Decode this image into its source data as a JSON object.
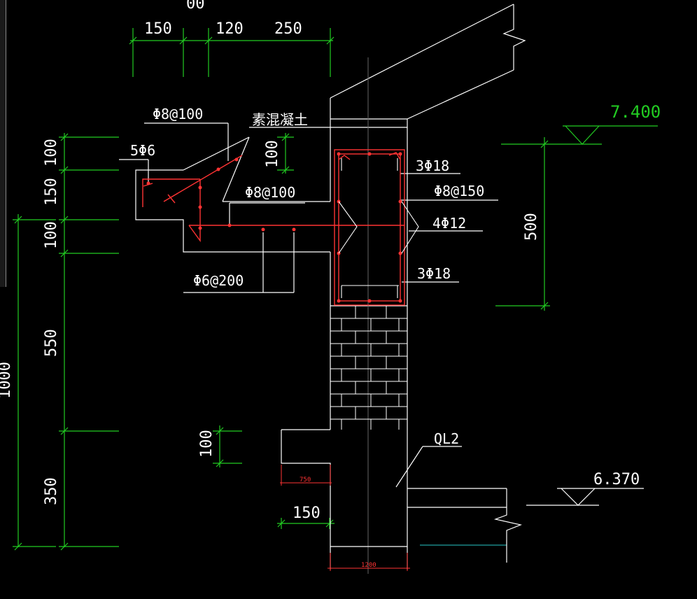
{
  "drawing": {
    "top_dims": [
      "150",
      "120",
      "250"
    ],
    "top_partial": "00",
    "left_dims": [
      "100",
      "150",
      "100",
      "550",
      "350"
    ],
    "left_far_dim": "1000",
    "label_phi8_100_a": "Φ8@100",
    "label_5phi6": "5Φ6",
    "label_plain_concrete": "素混凝土",
    "label_100_inner": "100",
    "label_phi8_100_b": "Φ8@100",
    "label_3phi18_top": "3Φ18",
    "label_phi8_150": "Φ8@150",
    "label_4phi12": "4Φ12",
    "label_3phi18_bottom": "3Φ18",
    "label_phi6_200": "Φ6@200",
    "label_500": "500",
    "elev_top": "7.400",
    "elev_bottom": "6.370",
    "label_ql2": "QL2",
    "label_100_ledge": "100",
    "label_150_ledge": "150",
    "label_750_small": "750",
    "label_1200_small": "1200"
  },
  "colors": {
    "background": "#000000",
    "line": "#ffffff",
    "dimension": "#22cc22",
    "rebar": "#ff3333"
  }
}
